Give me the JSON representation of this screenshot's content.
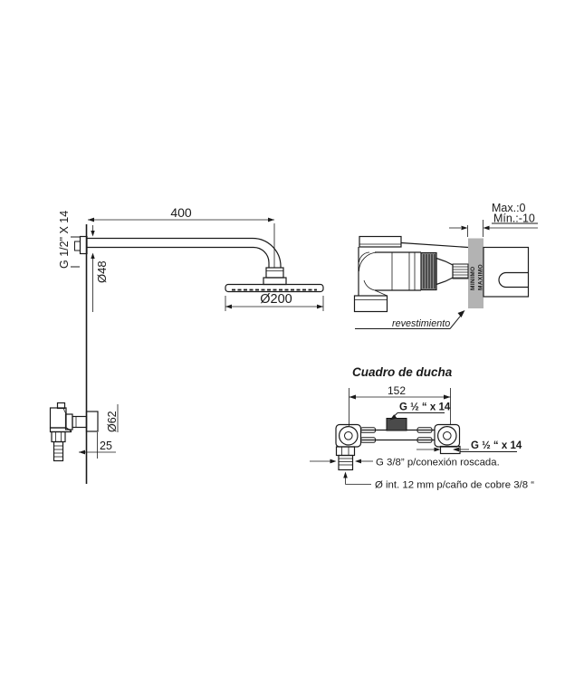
{
  "drawing": {
    "type": "technical-installation-diagram",
    "labels": {
      "arm_length": "400",
      "arm_thread": "G 1/2\" X 14",
      "flange_dia": "Ø48",
      "head_dia": "Ø200",
      "valve_dia": "Ø62",
      "valve_offset": "25",
      "max_depth": "Max.:0",
      "min_depth": "Mín.:-10",
      "stem_min": "MINIMO",
      "stem_max": "MAXIMO",
      "wall_finish": "revestimiento",
      "frame_title": "Cuadro de ducha",
      "frame_width": "152",
      "frame_thread_top": "G ½ “ x 14",
      "frame_thread_right": "G ½ “ x 14",
      "frame_connection": "G 3/8” p/conexión roscada.",
      "frame_pipe": "Ø int. 12 mm p/caño de cobre 3/8 “"
    },
    "colors": {
      "line": "#1a1a1a",
      "wall_band": "#b3b3b3",
      "tee_fill": "#4a4a4a",
      "cartridge_ring": "#8f8f8f"
    }
  }
}
